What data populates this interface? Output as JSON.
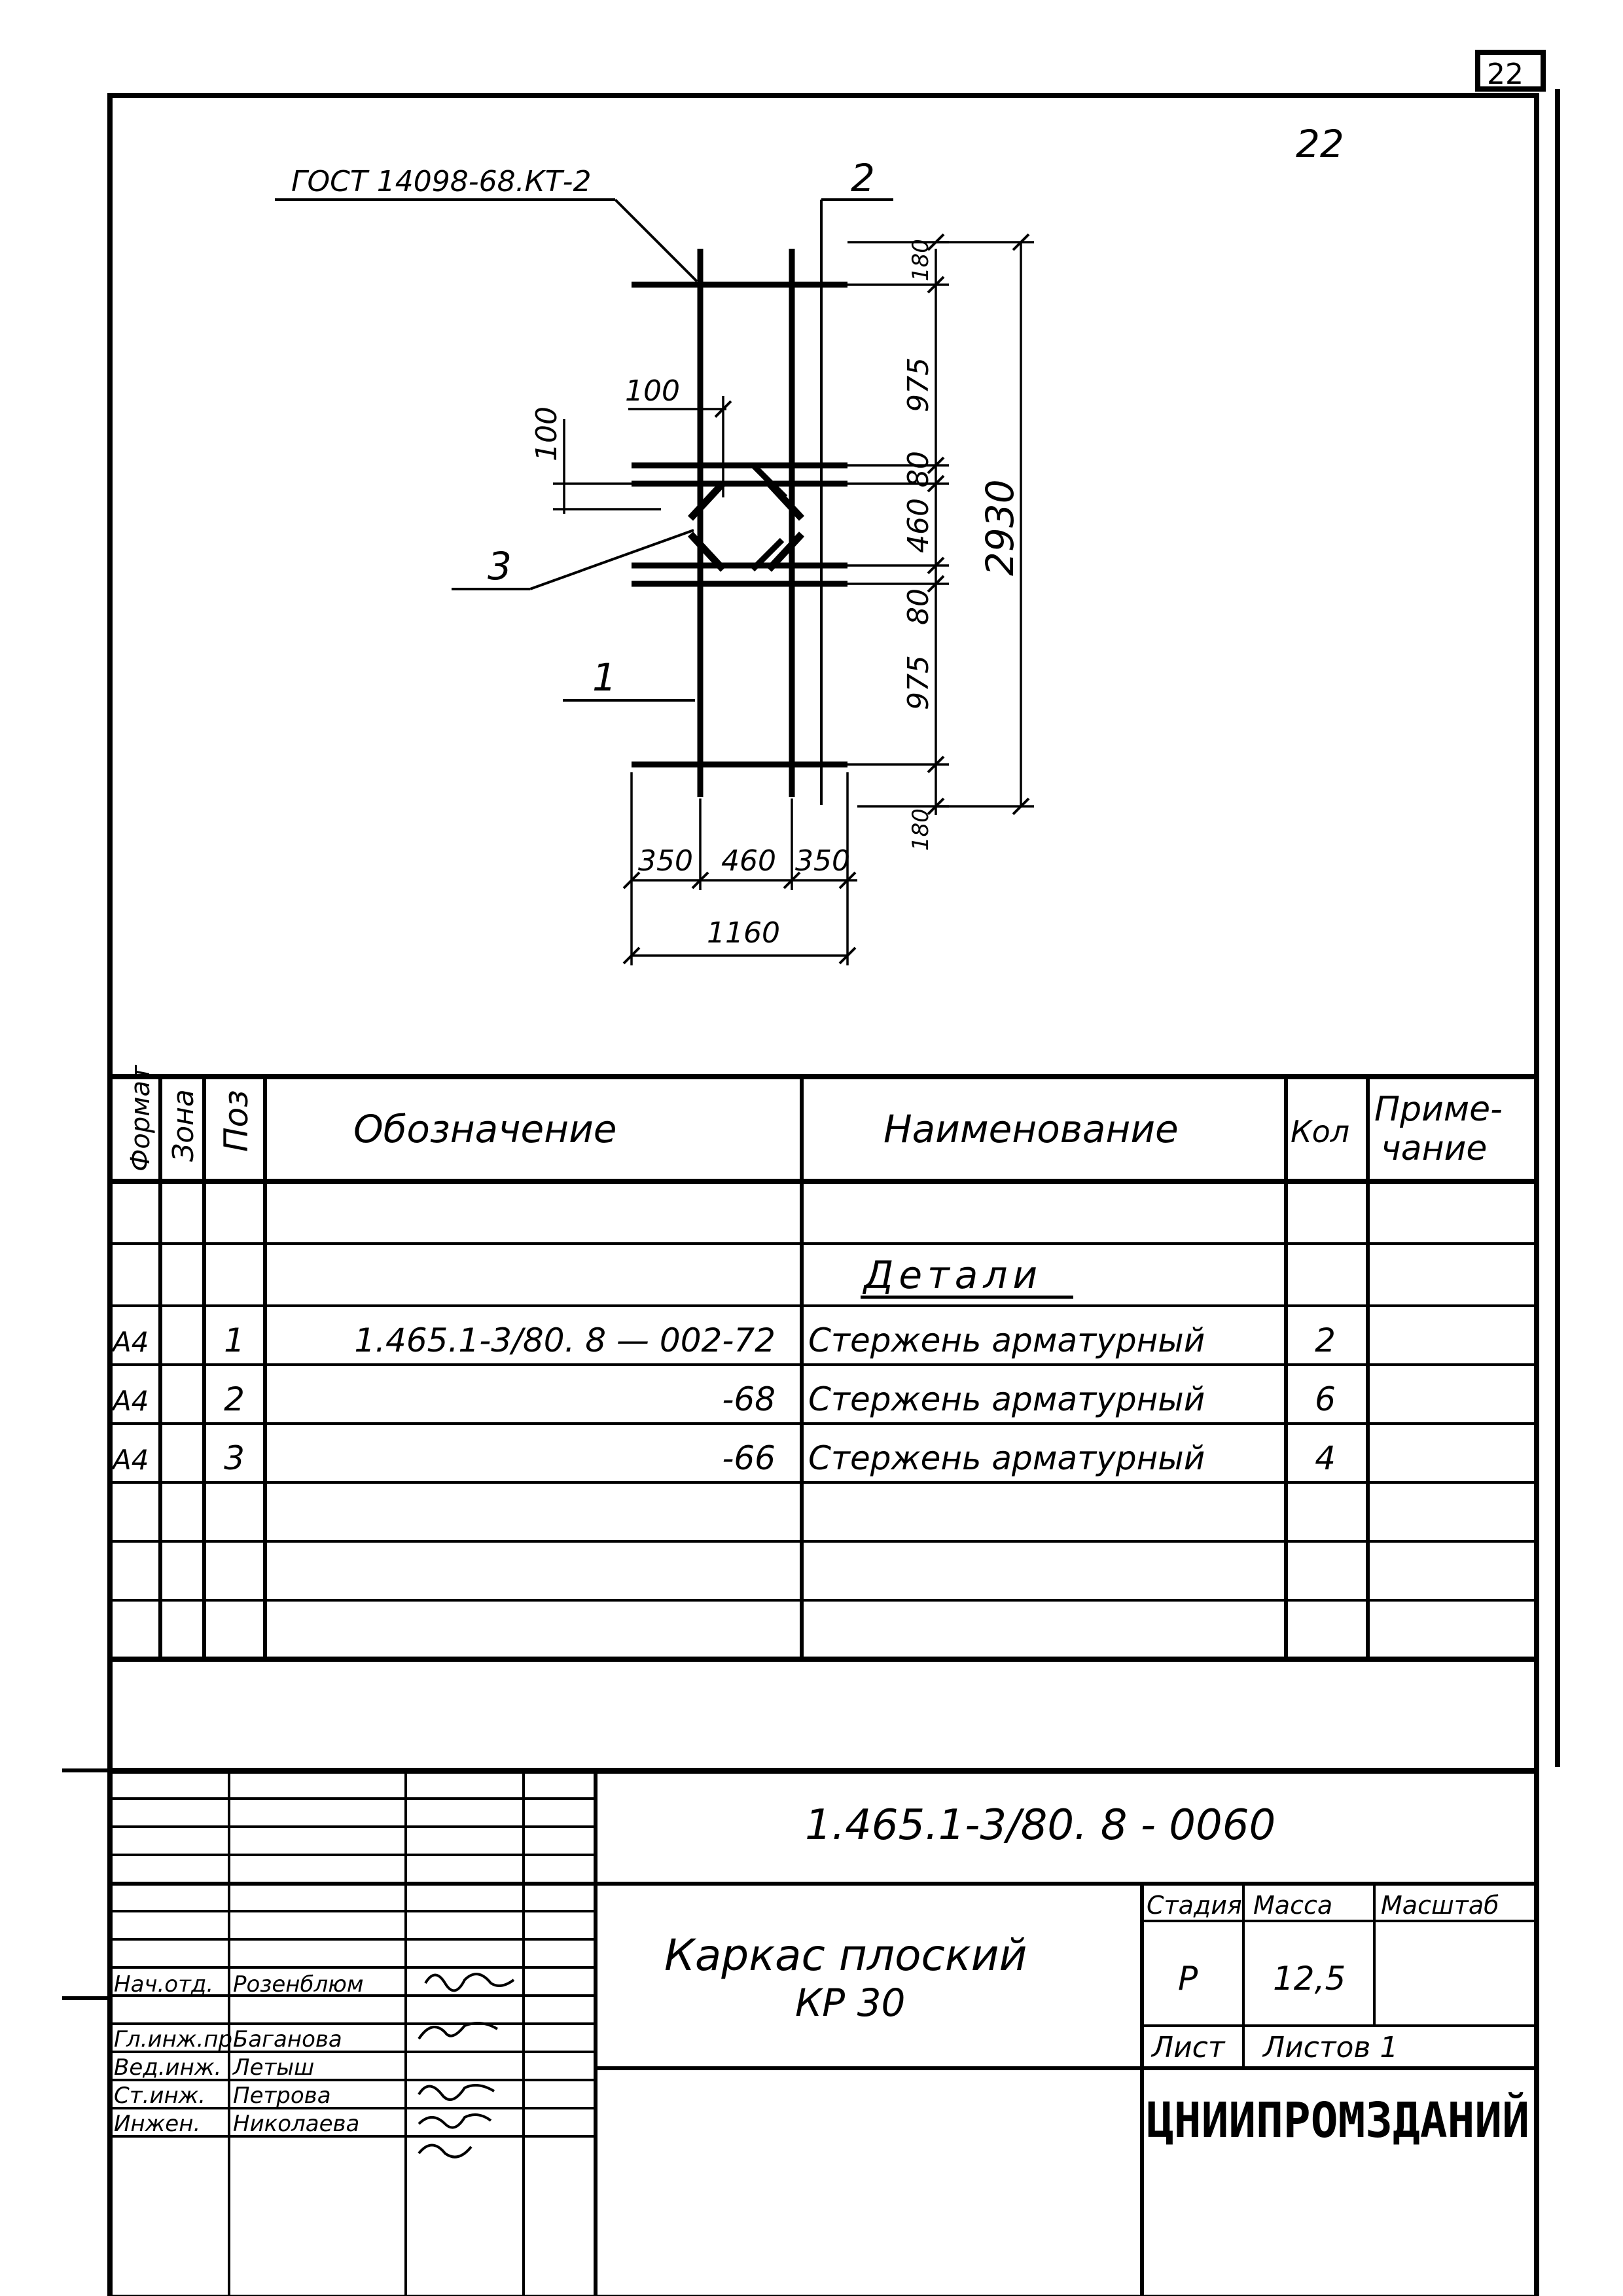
{
  "sheet_number_corner": "22",
  "sheet_number_hand": "22",
  "drawing": {
    "gost_label": "ГОСТ 14098-68.КТ-2",
    "callouts": {
      "pos1": "1",
      "pos2": "2",
      "pos3": "3"
    },
    "dims": {
      "d100_h": "100",
      "d100_v": "100",
      "d180_top": "180",
      "d975_top": "975",
      "d80_top": "80",
      "d460_v": "460",
      "d80_bot": "80",
      "d975_bot": "975",
      "d180_bot": "180",
      "d2930": "2930",
      "d350_l": "350",
      "d460_h": "460",
      "d350_r": "350",
      "d1160": "1160"
    }
  },
  "spec_table": {
    "headers": {
      "format": "Формат",
      "zone": "Зона",
      "pos": "Поз",
      "designation": "Обозначение",
      "name": "Наименование",
      "qty": "Кол",
      "note": "Приме-\nчание"
    },
    "note_line1": "Приме-",
    "note_line2": "чание",
    "section_title": "Детали",
    "rows": [
      {
        "format": "А4",
        "pos": "1",
        "designation": "1.465.1-3/80. 8 — 002-72",
        "name": "Стержень арматурный",
        "qty": "2"
      },
      {
        "format": "А4",
        "pos": "2",
        "designation": "-68",
        "name": "Стержень арматурный",
        "qty": "6"
      },
      {
        "format": "А4",
        "pos": "3",
        "designation": "-66",
        "name": "Стержень арматурный",
        "qty": "4"
      }
    ]
  },
  "title_block": {
    "doc_code": "1.465.1-3/80. 8 - 0060",
    "title_line1": "Каркас  плоский",
    "title_line2": "КР 30",
    "stage_label": "Стадия",
    "mass_label": "Масса",
    "scale_label": "Масштаб",
    "stage_value": "Р",
    "mass_value": "12,5",
    "scale_value": "",
    "sheet_label": "Лист",
    "sheets_label": "Листов 1",
    "organization": "ЦНИИПРОМЗДАНИЙ",
    "roles": [
      {
        "role": "Нач.отд.",
        "name": "Розенблюм"
      },
      {
        "role": "Гл.инж.пр.",
        "name": "Баганова"
      },
      {
        "role": "Вед.инж.",
        "name": "Летыш"
      },
      {
        "role": "Ст.инж.",
        "name": "Петрова"
      },
      {
        "role": "Инжен.",
        "name": "Николаева"
      }
    ]
  }
}
